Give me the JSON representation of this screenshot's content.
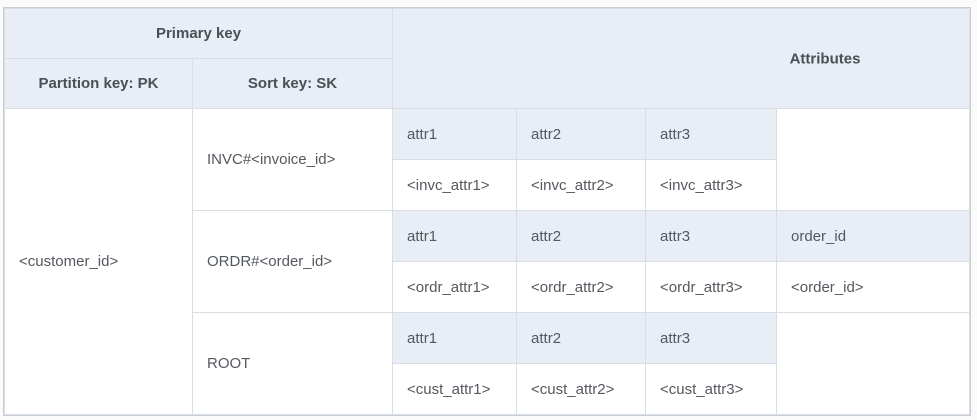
{
  "colors": {
    "page_bg": "#fbfbfc",
    "header_bg": "#e9edf6",
    "cell_bg": "#ffffff",
    "grid_border": "#d9dde4",
    "outer_border": "#c8cdd6",
    "header_text": "#4b5056",
    "body_text": "#54585f"
  },
  "table": {
    "header": {
      "primary_key": "Primary key",
      "partition_key": "Partition key: PK",
      "sort_key": "Sort key: SK",
      "attributes": "Attributes"
    },
    "body": {
      "partition_value": "<customer_id>",
      "groups": [
        {
          "sort_value": "INVC#<invoice_id>",
          "attr_names": [
            "attr1",
            "attr2",
            "attr3"
          ],
          "attr_values": [
            "<invc_attr1>",
            "<invc_attr2>",
            "<invc_attr3>"
          ],
          "extra_name": "",
          "extra_value": ""
        },
        {
          "sort_value": "ORDR#<order_id>",
          "attr_names": [
            "attr1",
            "attr2",
            "attr3"
          ],
          "attr_values": [
            "<ordr_attr1>",
            "<ordr_attr2>",
            "<ordr_attr3>"
          ],
          "extra_name": "order_id",
          "extra_value": "<order_id>"
        },
        {
          "sort_value": "ROOT",
          "attr_names": [
            "attr1",
            "attr2",
            "attr3"
          ],
          "attr_values": [
            "<cust_attr1>",
            "<cust_attr2>",
            "<cust_attr3>"
          ],
          "extra_name": "",
          "extra_value": ""
        }
      ]
    }
  }
}
